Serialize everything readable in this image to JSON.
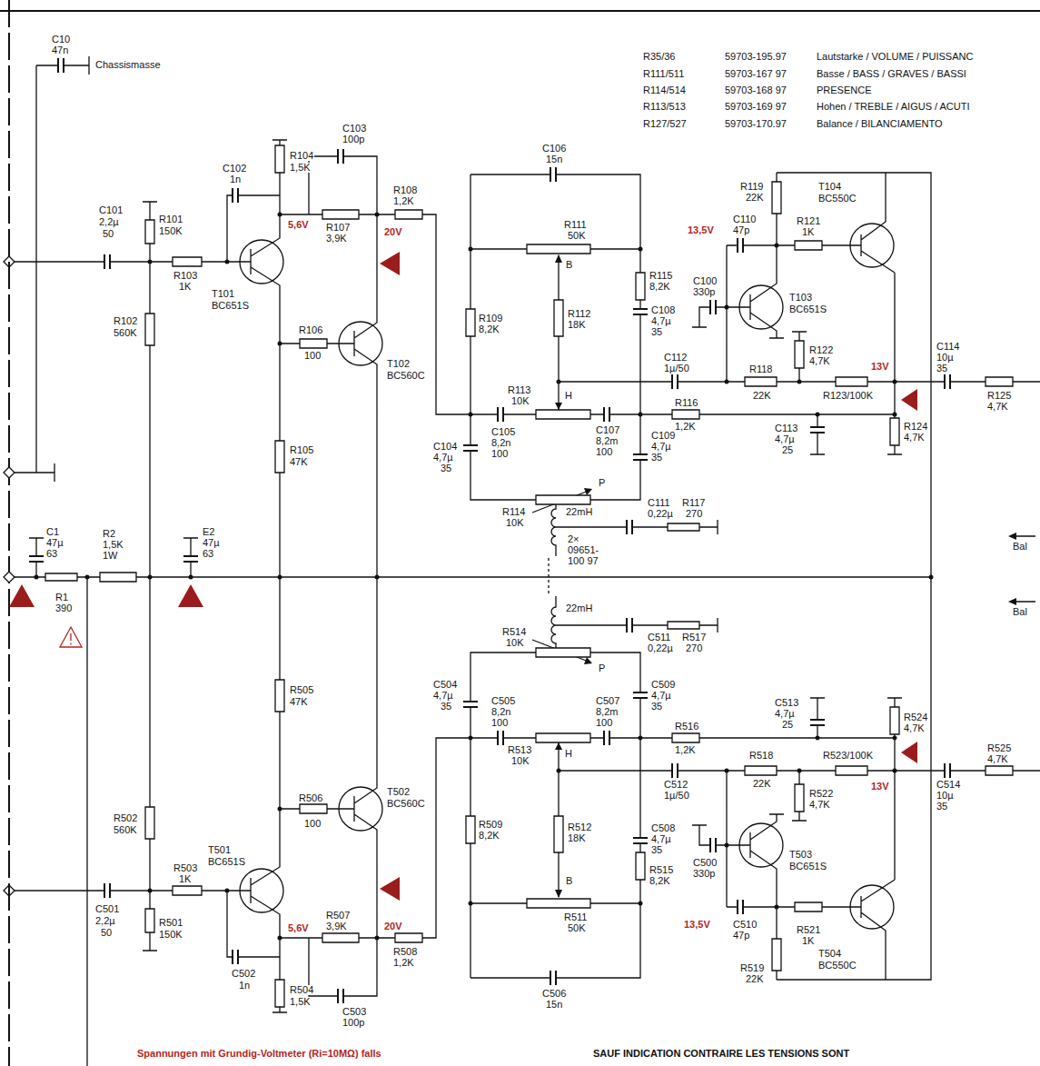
{
  "diagram": {
    "labels": [
      "R35/36",
      "59703-195.97",
      "Lautstarke / VOLUME / PUISSANC",
      "R111/511",
      "59703-167 97",
      "Basse / BASS / GRAVES / BASSI",
      "R114/514",
      "59703-168 97",
      "PRESENCE",
      "R113/513",
      "59703-169 97",
      "Hohen / TREBLE / AIGUS / ACUTI",
      "R127/527",
      "59703-170.97",
      "Balance / BILANCIAMENTO",
      "C10",
      "47n",
      "Chassismasse",
      "C101",
      "2,2µ",
      "50",
      "R101",
      "150K",
      "R102",
      "560K",
      "R103",
      "1K",
      "T101",
      "BC651S",
      "C102",
      "1n",
      "R104",
      "1,5K",
      "C103",
      "100p",
      "R108",
      "1,2K",
      "5,6V",
      "R107",
      "3,9K",
      "20V",
      "R106",
      "100",
      "T102",
      "BC560C",
      "R105",
      "47K",
      "C1",
      "47µ",
      "63",
      "R2",
      "1,5K",
      "1W",
      "E2",
      "47µ",
      "63",
      "R1",
      "390",
      "R505",
      "47K",
      "T502",
      "BC560C",
      "R506",
      "100",
      "R502",
      "560K",
      "R503",
      "1K",
      "T501",
      "BC651S",
      "C501",
      "2,2µ",
      "50",
      "R501",
      "150K",
      "C502",
      "1n",
      "R504",
      "1,5K",
      "5,6V",
      "R507",
      "3,9K",
      "20V",
      "R508",
      "1,2K",
      "C503",
      "100p",
      "C106",
      "15n",
      "R111",
      "50K",
      "B",
      "R115",
      "8,2K",
      "R109",
      "8,2K",
      "R112",
      "18K",
      "C108",
      "4,7µ",
      "35",
      "R113",
      "10K",
      "H",
      "C105",
      "8,2n",
      "100",
      "C104",
      "4,7µ",
      "35",
      "C107",
      "8,2m",
      "100",
      "C109",
      "4,7µ",
      "35",
      "R116",
      "1,2K",
      "C112",
      "1µ/50",
      "R114",
      "10K",
      "P",
      "22mH",
      "2×",
      "09651-",
      "100 97",
      "C111",
      "0,22µ",
      "R117",
      "270",
      "13,5V",
      "C110",
      "47p",
      "C100",
      "330p",
      "R119",
      "22K",
      "R121",
      "1K",
      "T104",
      "BC550C",
      "T103",
      "BC651S",
      "R122",
      "4,7K",
      "R118",
      "22K",
      "R123/100K",
      "C113",
      "4,7µ",
      "25",
      "R124",
      "4,7K",
      "13V",
      "C114",
      "10µ",
      "35",
      "R125",
      "4,7K",
      "Bal",
      "Bal",
      "R514",
      "10K",
      "P",
      "22mH",
      "C511",
      "0,22µ",
      "R517",
      "270",
      "C504",
      "4,7µ",
      "35",
      "C505",
      "8,2n",
      "100",
      "C507",
      "8,2m",
      "100",
      "C509",
      "4,7µ",
      "35",
      "R513",
      "10K",
      "H",
      "R516",
      "1,2K",
      "C512",
      "1µ/50",
      "R509",
      "8,2K",
      "R512",
      "18K",
      "C508",
      "4,7µ",
      "35",
      "C500",
      "330p",
      "R515",
      "8,2K",
      "B",
      "R511",
      "50K",
      "C506",
      "15n",
      "C513",
      "4,7µ",
      "25",
      "R524",
      "4,7K",
      "R518",
      "22K",
      "R523/100K",
      "R522",
      "4,7K",
      "13V",
      "C514",
      "10µ",
      "35",
      "R525",
      "4,7K",
      "T503",
      "BC651S",
      "C510",
      "47p",
      "R521",
      "1K",
      "13,5V",
      "R519",
      "22K",
      "T504",
      "BC550C",
      "Spannungen mit Grundig-Voltmeter (Ri=10MΩ) falls",
      "SAUF INDICATION CONTRAIRE LES TENSIONS SONT"
    ]
  }
}
